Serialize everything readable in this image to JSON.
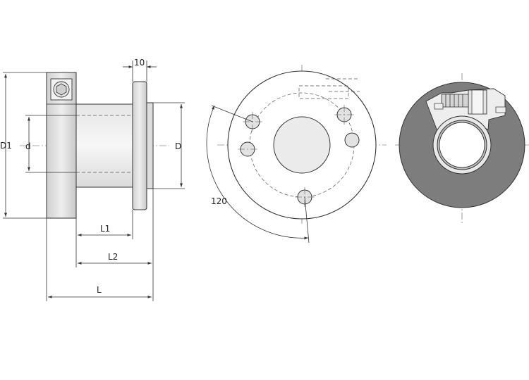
{
  "labels": {
    "D1": "D1",
    "d": "d",
    "D": "D",
    "L1": "L1",
    "L2": "L2",
    "L": "L",
    "flange_width": "10",
    "angle": "120"
  },
  "colors": {
    "body_dark": "#7d7d7d",
    "face_light": "#eeeeee",
    "mid_gray": "#bdbdbd",
    "line": "#333333"
  }
}
